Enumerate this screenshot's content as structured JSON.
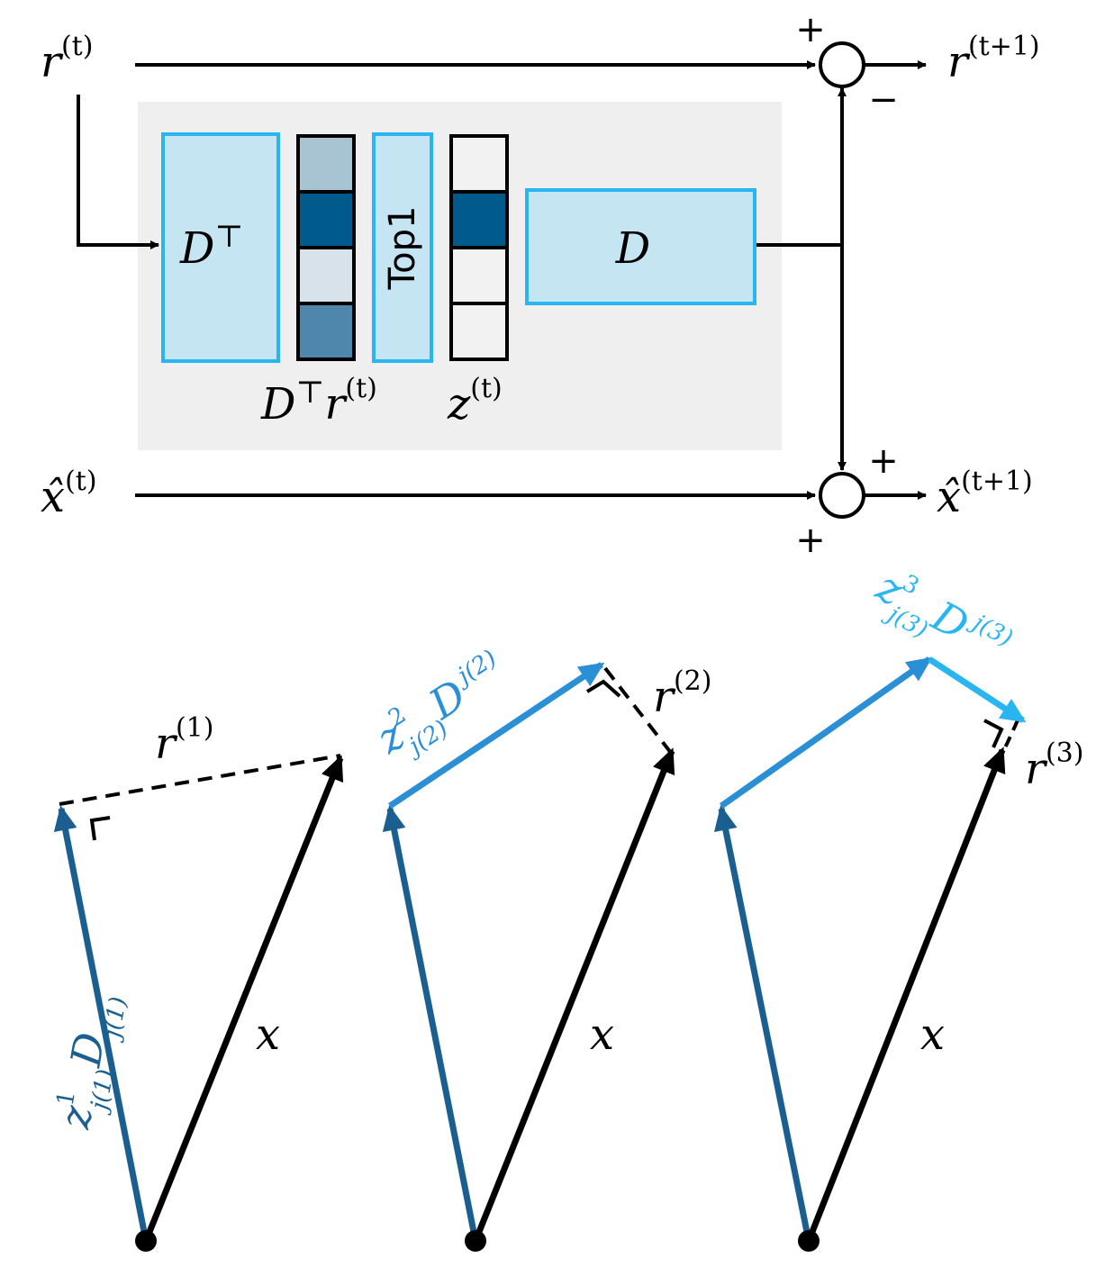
{
  "colors": {
    "panel_bg": "#efefef",
    "box_fill": "#c5e5f3",
    "box_stroke": "#29b6f0",
    "dark_blue": "#1a5f8f",
    "mid_blue": "#2b8fd6",
    "light_blue": "#29b6f0",
    "black": "#000000"
  },
  "top": {
    "r_in": {
      "base": "r",
      "sup": "(t)"
    },
    "r_out": {
      "base": "r",
      "sup": "(t+1)"
    },
    "x_in": {
      "base": "x̂",
      "sup": "(t)"
    },
    "x_out": {
      "base": "x̂",
      "sup": "(t+1)"
    },
    "plus": "+",
    "minus": "−",
    "dt_box": {
      "base": "D",
      "sup": "⊤"
    },
    "dt_r_label": {
      "d": "D",
      "t": "⊤",
      "r": "r",
      "sup": "(t)"
    },
    "top1_label": "Top1",
    "z_label": {
      "base": "z",
      "sup": "(t)"
    },
    "d_box": "D",
    "vec1_cells": [
      "#a8c3d2",
      "#005a8c",
      "#d8e2ea",
      "#4f86ab"
    ],
    "vec2_cells": [
      "#f2f2f2",
      "#005a8c",
      "#f2f2f2",
      "#f2f2f2"
    ]
  },
  "bottom": {
    "panel1": {
      "blue_label": {
        "z": "z",
        "zsup": "1",
        "zsub": "j(1)",
        "d": "D",
        "dsub": "j(1)"
      },
      "r_label": {
        "base": "r",
        "sup": "(1)"
      },
      "x_label": "x"
    },
    "panel2": {
      "blue_label": {
        "z": "z",
        "zsup": "2",
        "zsub": "j(2)",
        "d": "D",
        "dsub": "j(2)"
      },
      "r_label": {
        "base": "r",
        "sup": "(2)"
      },
      "x_label": "x"
    },
    "panel3": {
      "blue_label": {
        "z": "z",
        "zsup": "3",
        "zsub": "j(3)",
        "d": "D",
        "dsub": "j(3)"
      },
      "r_label": {
        "base": "r",
        "sup": "(3)"
      },
      "x_label": "x"
    }
  }
}
